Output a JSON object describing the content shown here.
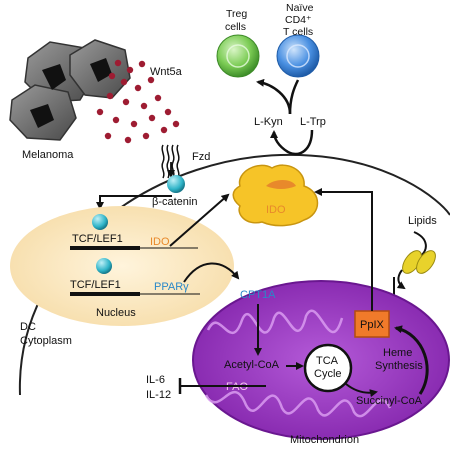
{
  "labels": {
    "treg": [
      "Treg",
      "cells"
    ],
    "naive": [
      "Naïve",
      "CD4⁺",
      "T cells"
    ],
    "wnt5a": "Wnt5a",
    "melanoma": "Melanoma",
    "fzd": "Fzd",
    "beta_catenin": "β-catenin",
    "l_kyn": "L-Kyn",
    "l_trp": "L-Trp",
    "ido_enzyme": "IDO",
    "ido_gene": "IDO",
    "tcf_lef1_1": "TCF/LEF1",
    "tcf_lef1_2": "TCF/LEF1",
    "ppar": "PPARγ",
    "nucleus": "Nucleus",
    "cpt1a": "CPT1A",
    "lipids": "Lipids",
    "dc_cytoplasm": [
      "DC",
      "Cytoplasm"
    ],
    "acetyl_coa": "Acetyl-CoA",
    "tca_cycle": [
      "TCA",
      "Cycle"
    ],
    "pplx": "PpIX",
    "heme_synthesis": [
      "Heme",
      "Synthesis"
    ],
    "succinyl_coa": "Succinyl-CoA",
    "il6": "IL-6",
    "il12": "IL-12",
    "fao": "FAO",
    "mitochondrion": "Mitochondrion"
  },
  "colors": {
    "treg_cell": "#6cc04a",
    "naive_cell": "#3f86d6",
    "beta_catenin": "#2fb4c8",
    "ido_enzyme": "#f6c428",
    "ido_text": "#e8892b",
    "nucleus": "#f8e2b5",
    "mitochondrion": "#9b2fc3",
    "pplx_box": "#f07a2a",
    "lipids": "#e8d22b",
    "melanoma": "#555555",
    "wnt5a_dots": "#9e1c32"
  }
}
